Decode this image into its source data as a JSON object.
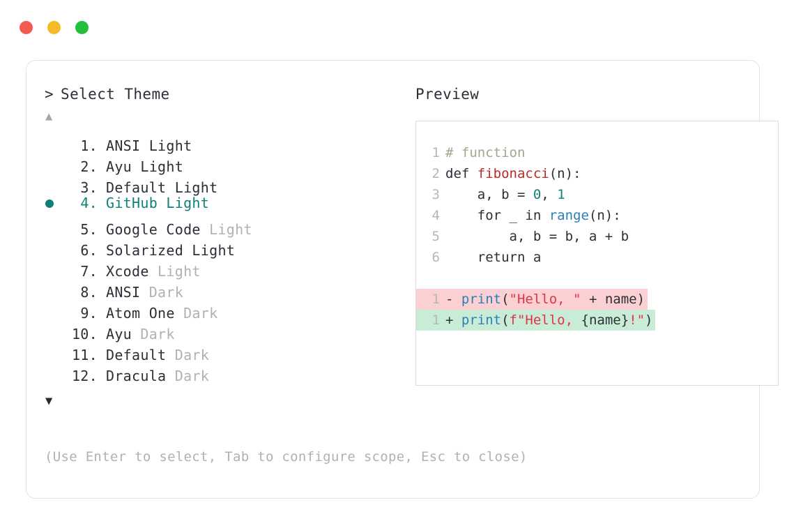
{
  "window": {
    "traffic_lights": [
      {
        "name": "close-button",
        "color": "#f45b51"
      },
      {
        "name": "minimize-button",
        "color": "#f7b928"
      },
      {
        "name": "maximize-button",
        "color": "#22c03c"
      }
    ]
  },
  "picker": {
    "prompt": ">",
    "title": "Select Theme",
    "scroll_up": "▲",
    "scroll_down": "▼",
    "selected_index": 4,
    "accent_color": "#0f8079",
    "items": [
      {
        "index": "1.",
        "name": "ANSI",
        "variant": "Light",
        "variant_dim": false,
        "selected": false,
        "bullet": false
      },
      {
        "index": "2.",
        "name": "Ayu",
        "variant": "Light",
        "variant_dim": false,
        "selected": false,
        "bullet": false
      },
      {
        "index": "3.",
        "name": "Default",
        "variant": "Light",
        "variant_dim": false,
        "selected": false,
        "bullet": false
      },
      {
        "index": "4.",
        "name": "GitHub",
        "variant": "Light",
        "variant_dim": false,
        "selected": true,
        "bullet": true
      },
      {
        "index": "5.",
        "name": "Google Code",
        "variant": "Light",
        "variant_dim": true,
        "selected": false,
        "bullet": false
      },
      {
        "index": "6.",
        "name": "Solarized",
        "variant": "Light",
        "variant_dim": false,
        "selected": false,
        "bullet": false
      },
      {
        "index": "7.",
        "name": "Xcode",
        "variant": "Light",
        "variant_dim": true,
        "selected": false,
        "bullet": false
      },
      {
        "index": "8.",
        "name": "ANSI",
        "variant": "Dark",
        "variant_dim": true,
        "selected": false,
        "bullet": false
      },
      {
        "index": "9.",
        "name": "Atom One",
        "variant": "Dark",
        "variant_dim": true,
        "selected": false,
        "bullet": false
      },
      {
        "index": "10.",
        "name": "Ayu",
        "variant": "Dark",
        "variant_dim": true,
        "selected": false,
        "bullet": false
      },
      {
        "index": "11.",
        "name": "Default",
        "variant": "Dark",
        "variant_dim": true,
        "selected": false,
        "bullet": false
      },
      {
        "index": "12.",
        "name": "Dracula",
        "variant": "Dark",
        "variant_dim": true,
        "selected": false,
        "bullet": false
      }
    ]
  },
  "preview": {
    "label": "Preview",
    "code_lines": [
      {
        "ln": "1",
        "tokens": [
          {
            "t": "# function",
            "c": "comment"
          }
        ]
      },
      {
        "ln": "2",
        "tokens": [
          {
            "t": "def ",
            "c": "plain"
          },
          {
            "t": "fibonacci",
            "c": "fn"
          },
          {
            "t": "(n):",
            "c": "plain"
          }
        ]
      },
      {
        "ln": "3",
        "tokens": [
          {
            "t": "    a, b = ",
            "c": "plain"
          },
          {
            "t": "0",
            "c": "num"
          },
          {
            "t": ", ",
            "c": "plain"
          },
          {
            "t": "1",
            "c": "num"
          }
        ]
      },
      {
        "ln": "4",
        "tokens": [
          {
            "t": "    for _ in ",
            "c": "plain"
          },
          {
            "t": "range",
            "c": "builtin"
          },
          {
            "t": "(n):",
            "c": "plain"
          }
        ]
      },
      {
        "ln": "5",
        "tokens": [
          {
            "t": "        a, b = b, a + b",
            "c": "plain"
          }
        ]
      },
      {
        "ln": "6",
        "tokens": [
          {
            "t": "    return a",
            "c": "plain"
          }
        ]
      }
    ],
    "diff_lines": [
      {
        "ln": "1",
        "sign": "-",
        "kind": "minus",
        "bg": "#fbd0d3",
        "tokens": [
          {
            "t": "print",
            "c": "builtin"
          },
          {
            "t": "(",
            "c": "plain"
          },
          {
            "t": "\"Hello, \"",
            "c": "str"
          },
          {
            "t": " + name)",
            "c": "plain"
          }
        ]
      },
      {
        "ln": "1",
        "sign": "+",
        "kind": "plus",
        "bg": "#c9ecd7",
        "tokens": [
          {
            "t": "print",
            "c": "builtin"
          },
          {
            "t": "(",
            "c": "plain"
          },
          {
            "t": "f\"Hello, ",
            "c": "str"
          },
          {
            "t": "{name}",
            "c": "plain"
          },
          {
            "t": "!\"",
            "c": "str"
          },
          {
            "t": ")",
            "c": "plain"
          }
        ]
      }
    ]
  },
  "footer": {
    "hint": "(Use Enter to select, Tab to configure scope, Esc to close)"
  }
}
